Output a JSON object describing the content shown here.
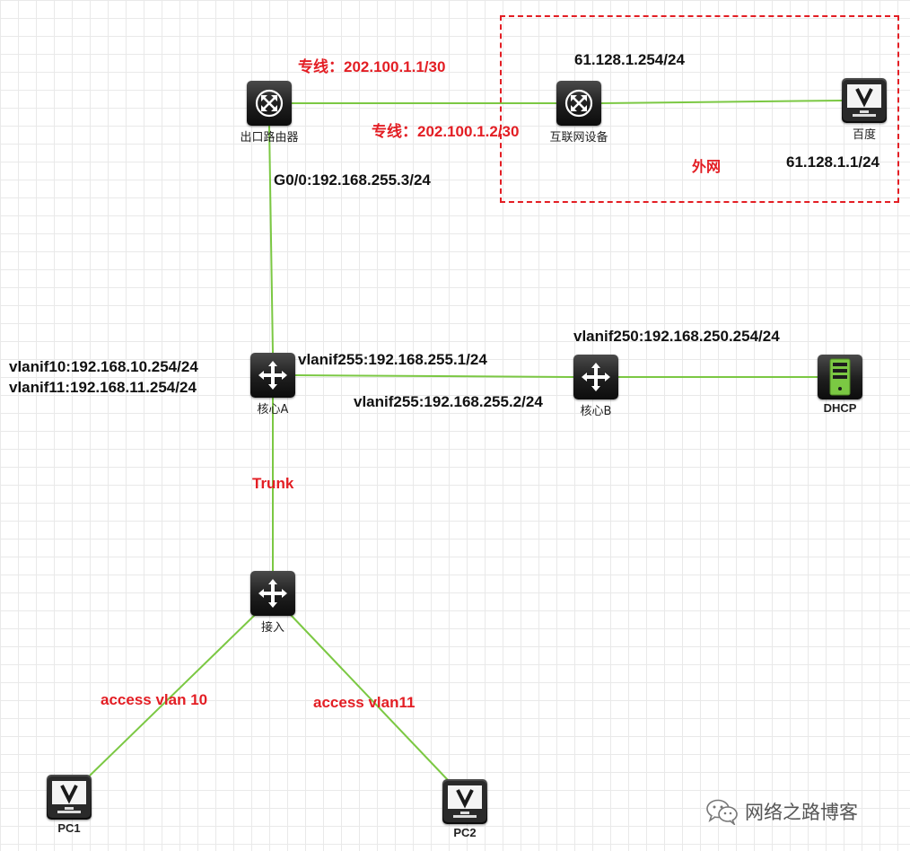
{
  "colors": {
    "link": "#7bc843",
    "annotation_red": "#e31e24",
    "text": "#111111"
  },
  "devices": {
    "egress_router": {
      "label": "出口路由器",
      "icon": "router-icon"
    },
    "internet_device": {
      "label": "互联网设备",
      "icon": "router-icon"
    },
    "baidu": {
      "label": "百度",
      "icon": "pc-icon"
    },
    "core_a": {
      "label": "核心A",
      "icon": "switch-icon"
    },
    "core_b": {
      "label": "核心B",
      "icon": "switch-icon"
    },
    "dhcp": {
      "label": "DHCP",
      "icon": "server-icon"
    },
    "access": {
      "label": "接入",
      "icon": "switch-icon"
    },
    "pc1": {
      "label": "PC1",
      "icon": "pc-icon"
    },
    "pc2": {
      "label": "PC2",
      "icon": "pc-icon"
    }
  },
  "labels": {
    "leased_line_router": "专线：202.100.1.1/30",
    "leased_line_internet": "专线：202.100.1.2/30",
    "internet_gw": "61.128.1.254/24",
    "baidu_ip": "61.128.1.1/24",
    "external_network": "外网",
    "router_g00": "G0/0:192.168.255.3/24",
    "vlanif250": "vlanif250:192.168.250.254/24",
    "vlanif255_a": "vlanif255:192.168.255.1/24",
    "vlanif255_b": "vlanif255:192.168.255.2/24",
    "vlanif10": "vlanif10:192.168.10.254/24",
    "vlanif11": "vlanif11:192.168.11.254/24",
    "trunk": "Trunk",
    "access_vlan10": "access vlan 10",
    "access_vlan11": "access vlan11"
  },
  "watermark": {
    "text": "网络之路博客",
    "icon": "wechat-icon"
  }
}
